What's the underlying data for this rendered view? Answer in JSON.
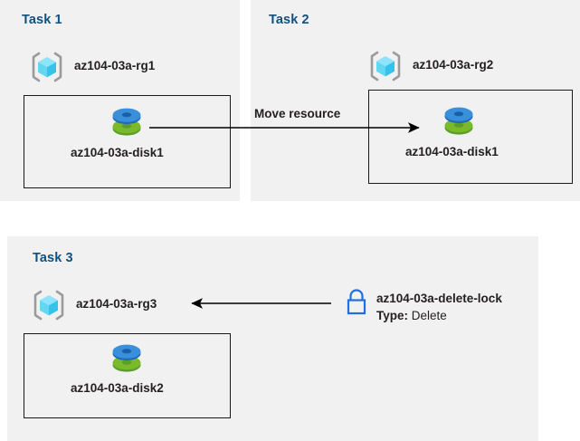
{
  "diagram": {
    "title": "Azure resource group tasks diagram",
    "background_color": "#ffffff",
    "panel_color": "#f1f1f1",
    "heading_color": "#12507e",
    "text_color": "#231f20",
    "lock_color": "#1f6fe0"
  },
  "panels": [
    {
      "id": "task1",
      "title": "Task 1",
      "resource_group": {
        "icon": "resource-group-icon",
        "label": "az104-03a-rg1"
      },
      "resource": {
        "icon": "managed-disk-icon",
        "label": "az104-03a-disk1"
      }
    },
    {
      "id": "task2",
      "title": "Task 2",
      "resource_group": {
        "icon": "resource-group-icon",
        "label": "az104-03a-rg2"
      },
      "resource": {
        "icon": "managed-disk-icon",
        "label": "az104-03a-disk1"
      }
    },
    {
      "id": "task3",
      "title": "Task 3",
      "resource_group": {
        "icon": "resource-group-icon",
        "label": "az104-03a-rg3"
      },
      "resource": {
        "icon": "managed-disk-icon",
        "label": "az104-03a-disk2"
      },
      "lock": {
        "icon": "lock-icon",
        "name": "az104-03a-delete-lock",
        "type_label": "Type:",
        "type_value": "Delete"
      }
    }
  ],
  "connectors": [
    {
      "id": "move-resource",
      "label": "Move resource",
      "from": "task1-disk1",
      "to": "task2-disk1",
      "direction": "right"
    },
    {
      "id": "lock-applies-to-rg3",
      "label": "",
      "from": "delete-lock",
      "to": "task3-rg3",
      "direction": "left"
    }
  ]
}
